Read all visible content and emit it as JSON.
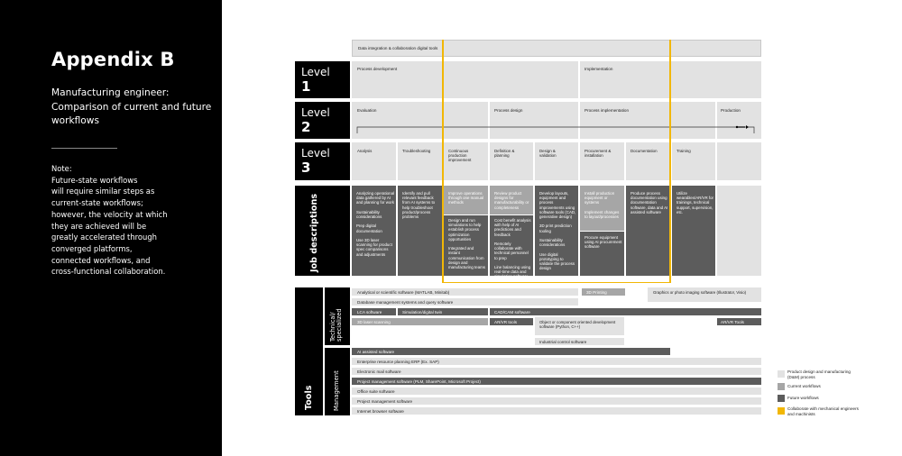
{
  "sidebar": {
    "title": "Appendix B",
    "subtitle": "Manufacturing engineer: Comparison of current and future workflows",
    "note_lines": [
      "Note:",
      "Future-state workflows",
      "will require similar steps as",
      "current-state workflows;",
      "however, the velocity at which",
      "they are achieved will be",
      "greatly accelerated through",
      "converged platforms,",
      "connected workflows, and",
      "cross-functional collaboration."
    ]
  },
  "top_bar": "Data integration & collaboration digital tools",
  "levels": {
    "l1": {
      "word": "Level",
      "num": "1",
      "items": [
        "Process development",
        "Implementation"
      ]
    },
    "l2": {
      "word": "Level",
      "num": "2",
      "items": [
        "Evaluation",
        "Process design",
        "Process implementation",
        "Production"
      ]
    },
    "l3": {
      "word": "Level",
      "num": "3",
      "items": [
        "Analysis",
        "Troubleshooting",
        "Continuous production improvement",
        "Definition & planning",
        "Design & validation",
        "Procurement & installation",
        "Documentation",
        "Training"
      ]
    }
  },
  "job_descriptions_label": "Job descriptions",
  "jobs": {
    "c1": "Analyzing operational data gathered by AI and planning for work\n\nSustainability considerations\n\nPrep digital documentation\n\nUse 3D laser scanning for product spec comparisons and adjustments",
    "c2": "Identify and pull relevant feedback from AI systems to help troubleshoot product/process problems",
    "c3a": "Improve operations through one manual methods",
    "c3b": "Design and run simulations to help establish process optimization opportunities\n\nIntegrated and instant communication from design and manufacturing teams",
    "c4a": "Review product designs for manufacturability or completeness",
    "c4b": "Cost benefit analysis with help of AI predictions and feedback\n\nRemotely collaborate with technical personnel to prep\n\nLine balancing using real-time data and simulation software",
    "c5": "Develop layouts, equipment and process improvements using software tools (CAD, generative design)\n\n3D print prediction tooling\n\nSustainability considerations\n\nUse digital prototyping to validate the process design",
    "c6a": "Install production equipment or systems\n\nImplement changes to layout/processes",
    "c6b": "Procure equipment using AI procurement software",
    "c7": "Produce process documentation using documentation software, data and AI assisted software",
    "c8": "Utilize wearables/AR/VR for trainings, technical support, supervision, etc."
  },
  "tools_label": "Tools",
  "technical_label": "Technical/ specialized",
  "management_label": "Management",
  "tools": {
    "analytical": "Analytical or scientific software (MATLAB, Minitab)",
    "printing": "3D Printing",
    "graphics": "Graphics or photo imaging software (Illustrator, Visio)",
    "database": "Database management systems and query software",
    "lca": "LCA software",
    "simulation": "Simulation/digital twin",
    "cadcam": "CAD/CAM software",
    "laser": "3D laser scanning",
    "arvr": "AR/VR tools",
    "oo": "Object or component oriented development software (Python, C++)",
    "arvr2": "AR/VR Tools",
    "industrial": "Industrial control software",
    "ai": "AI assisted software",
    "erp": "Enterprise resource planning ERP (Ex. SAP)",
    "email": "Electronic mail software",
    "pm1": "Project management software (PLM, SharePoint, Microsoft Project)",
    "office": "Office suite software",
    "pm2": "Project management software",
    "browser": "Internet browser software"
  },
  "legend": [
    {
      "label": "Product design and manufacturing (D&M) process",
      "color": "#e2e2e2"
    },
    {
      "label": "Current workflows",
      "color": "#a6a6a6"
    },
    {
      "label": "Future workflows",
      "color": "#5c5c5c"
    },
    {
      "label": "Collaborate with mechanical engineers and machinists",
      "color": "#f2b705"
    }
  ]
}
